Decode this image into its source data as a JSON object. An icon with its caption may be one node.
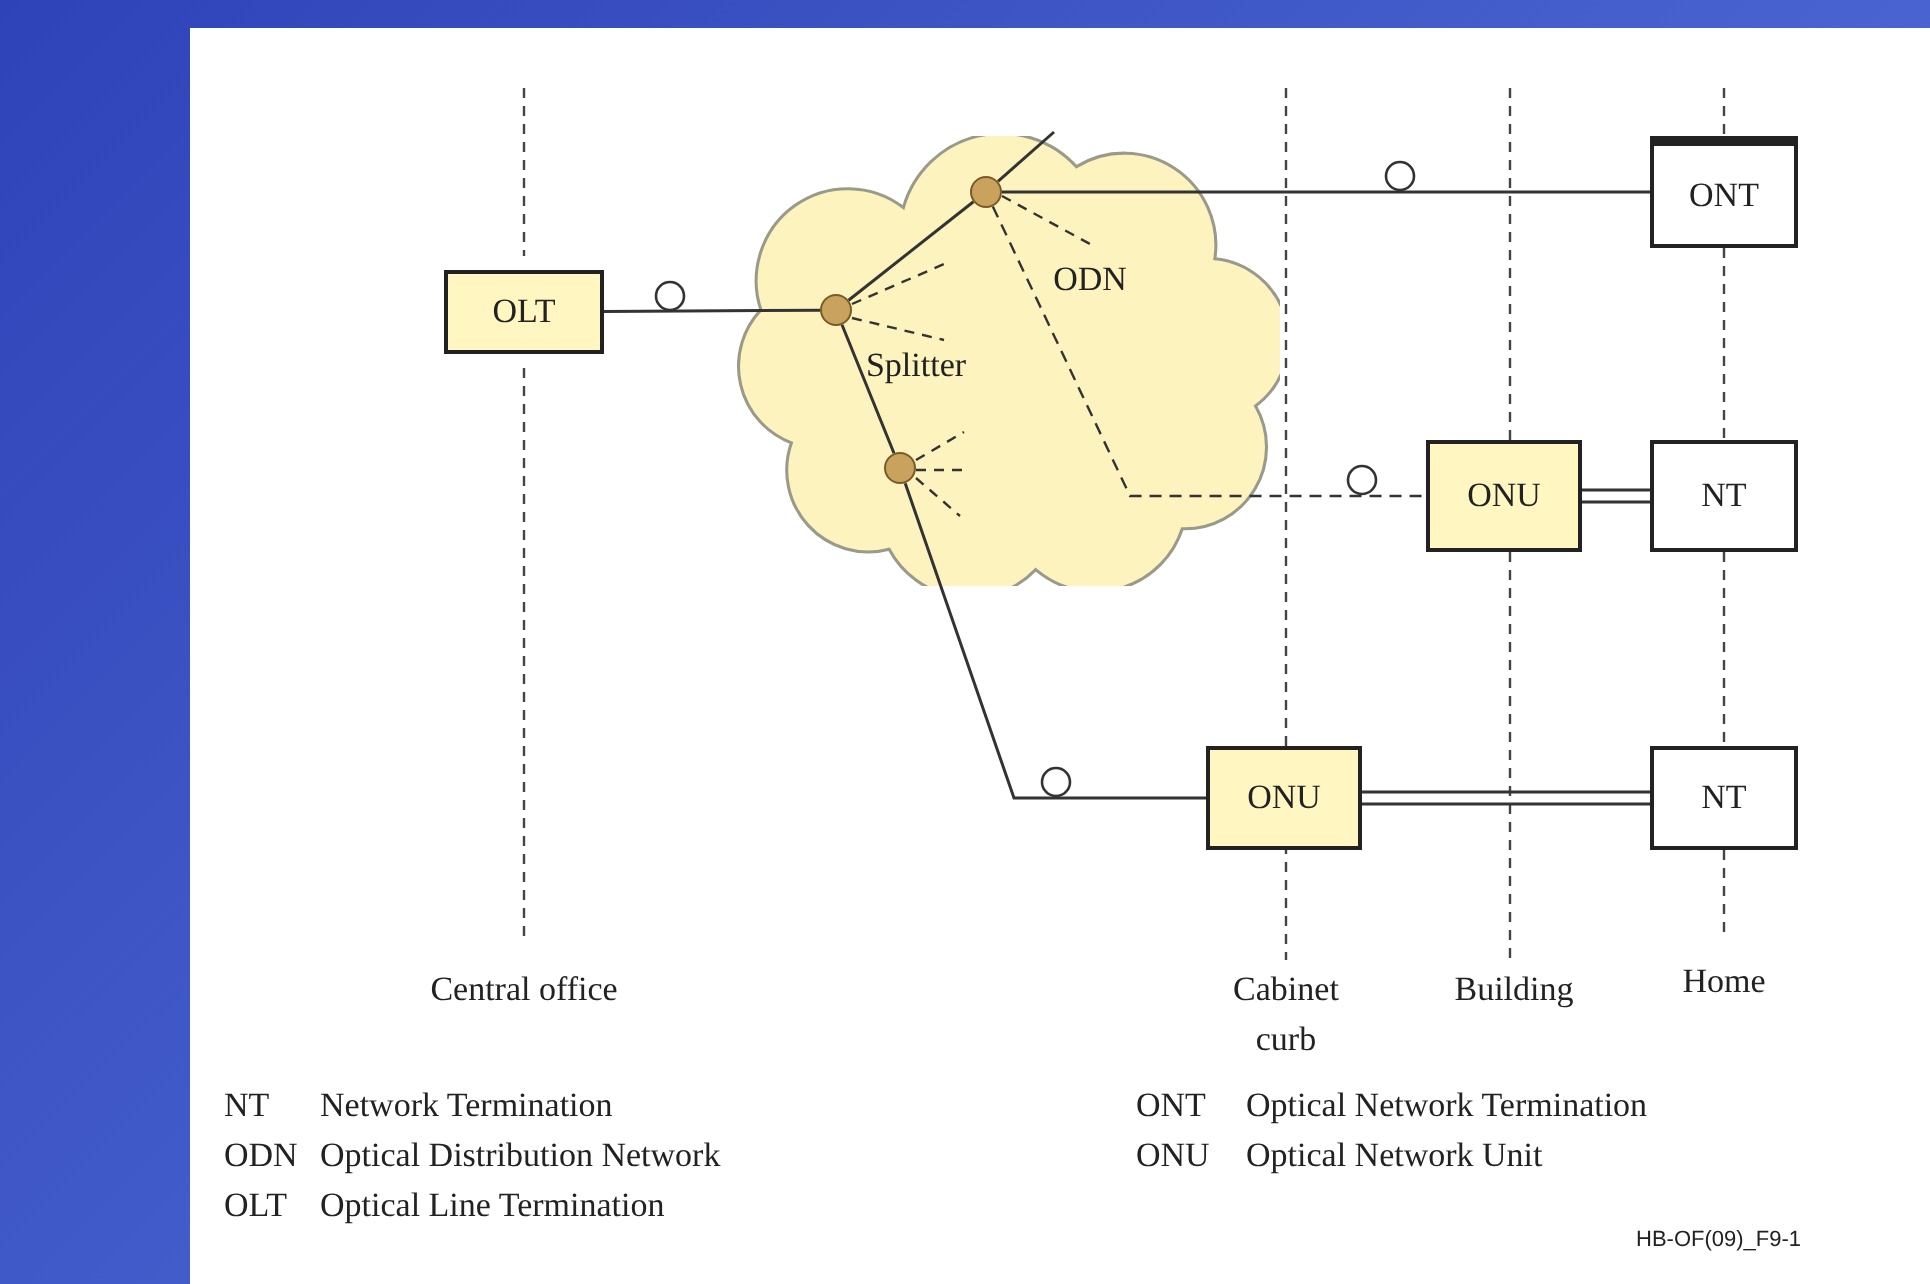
{
  "diagram": {
    "nodes": [
      {
        "text": [
          "OLT"
        ]
      },
      {
        "text": [
          "ODN",
          "Splitter"
        ]
      },
      {
        "text": [],
        "shape": "circle",
        "in": 1
      },
      {
        "text": [],
        "shape": "circle",
        "in": 1
      },
      {
        "text": [],
        "shape": "circle",
        "in": 1
      },
      {
        "text": [
          "ONT"
        ]
      },
      {
        "text": [
          "ONU"
        ]
      },
      {
        "text": [
          "NT"
        ]
      },
      {
        "text": [
          "ONU"
        ]
      },
      {
        "text": [
          "NT"
        ]
      }
    ],
    "edges": [
      {
        "from": 0,
        "to": 3,
        "arrow": "none"
      },
      {
        "from": 3,
        "to": 2,
        "arrow": "none"
      },
      {
        "from": 2,
        "to": 5,
        "arrow": "none"
      },
      {
        "from": 2,
        "to": 6,
        "arrow": "none",
        "style": "dashed"
      },
      {
        "from": 3,
        "to": 4,
        "arrow": "none"
      },
      {
        "from": 4,
        "to": 8,
        "arrow": "none"
      },
      {
        "from": 6,
        "to": 7,
        "arrow": "none"
      },
      {
        "from": 8,
        "to": 9,
        "arrow": "none"
      },
      {
        "from": 2,
        "to": null,
        "arrow": "none"
      }
    ],
    "labels": [
      "Central office",
      "Cabinet curb",
      "Building",
      "Home",
      "NT",
      "Network Termination",
      "ONT",
      "Optical Network Termination",
      "ODN",
      "Optical Distribution Network",
      "ONU",
      "Optical Network Unit",
      "OLT",
      "Optical Line Termination",
      "HB-OF(09)_F9-1"
    ]
  }
}
